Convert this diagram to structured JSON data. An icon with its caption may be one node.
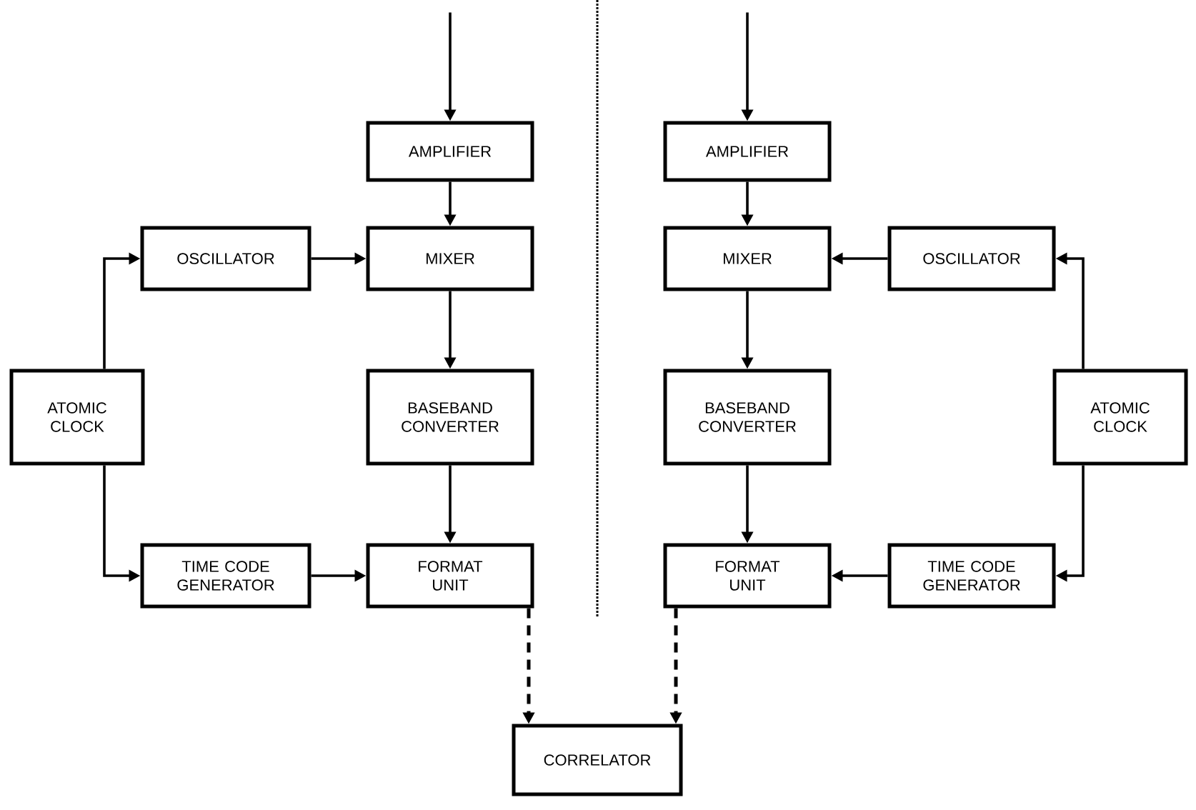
{
  "diagram": {
    "nodes": [
      {
        "text": [
          "AMPLIFIER"
        ]
      },
      {
        "text": [
          "OSCILLATOR"
        ]
      },
      {
        "text": [
          "MIXER"
        ]
      },
      {
        "text": [
          "ATOMIC CLOCK"
        ]
      },
      {
        "text": [
          "BASEBAND CONVERTER"
        ]
      },
      {
        "text": [
          "TIME CODE GENERATOR"
        ]
      },
      {
        "text": [
          "FORMAT UNIT"
        ]
      },
      {
        "text": [
          "AMPLIFIER"
        ]
      },
      {
        "text": [
          "MIXER"
        ]
      },
      {
        "text": [
          "OSCILLATOR"
        ]
      },
      {
        "text": [
          "BASEBAND CONVERTER"
        ]
      },
      {
        "text": [
          "ATOMIC CLOCK"
        ]
      },
      {
        "text": [
          "FORMAT UNIT"
        ]
      },
      {
        "text": [
          "TIME CODE GENERATOR"
        ]
      },
      {
        "text": [
          "CORRELATOR"
        ]
      }
    ],
    "edges": [
      {
        "from": null,
        "to": 0,
        "arrow": "to"
      },
      {
        "from": 0,
        "to": 2,
        "arrow": "to"
      },
      {
        "from": 1,
        "to": 2,
        "arrow": "to"
      },
      {
        "from": 3,
        "to": 1,
        "arrow": "to"
      },
      {
        "from": 3,
        "to": 5,
        "arrow": "to"
      },
      {
        "from": 2,
        "to": 4,
        "arrow": "to"
      },
      {
        "from": 4,
        "to": 6,
        "arrow": "to"
      },
      {
        "from": 5,
        "to": 6,
        "arrow": "to"
      },
      {
        "from": 6,
        "to": 14,
        "arrow": "to",
        "style": "dashed"
      },
      {
        "from": null,
        "to": 7,
        "arrow": "to"
      },
      {
        "from": 7,
        "to": 8,
        "arrow": "to"
      },
      {
        "from": 9,
        "to": 8,
        "arrow": "to"
      },
      {
        "from": 11,
        "to": 9,
        "arrow": "to"
      },
      {
        "from": 11,
        "to": 13,
        "arrow": "to"
      },
      {
        "from": 8,
        "to": 10,
        "arrow": "to"
      },
      {
        "from": 10,
        "to": 12,
        "arrow": "to"
      },
      {
        "from": 13,
        "to": 12,
        "arrow": "to"
      },
      {
        "from": 12,
        "to": 14,
        "arrow": "to",
        "style": "dashed"
      }
    ]
  }
}
